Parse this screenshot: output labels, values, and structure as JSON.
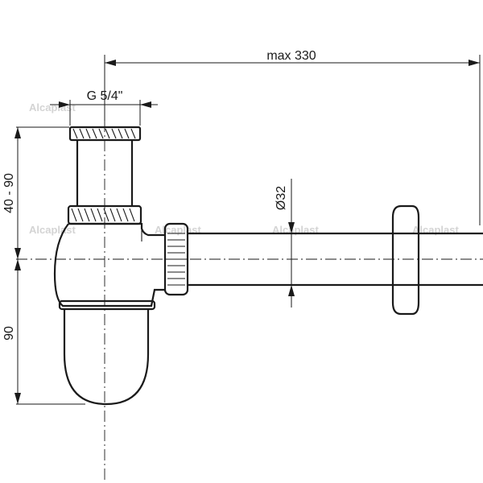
{
  "drawing": {
    "dimensions": {
      "max_length": "max 330",
      "thread": "G 5/4\"",
      "diameter": "Ø32",
      "height_adjust": "40 - 90",
      "height_lower": "90"
    },
    "watermark": "Alcaplast"
  }
}
